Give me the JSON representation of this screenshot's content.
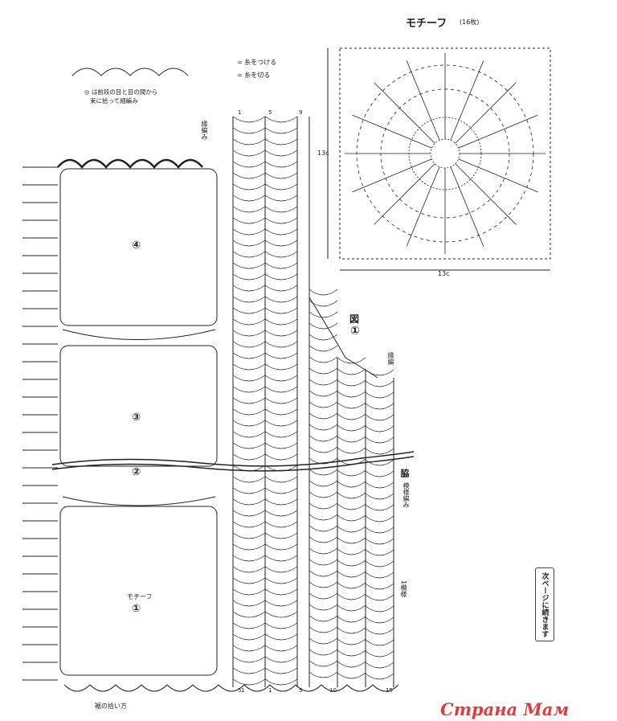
{
  "header": {
    "title": "モチーフ",
    "count": "(16枚)"
  },
  "legend": {
    "attach": "= 糸をつける",
    "cut": "= 糸を切る"
  },
  "note": {
    "line1": "◎ は前段の目と目の間から",
    "line2": "束に拾って細編み"
  },
  "dimensions": {
    "width": "13c",
    "height": "13c"
  },
  "figure": {
    "label": "図",
    "number": "①"
  },
  "motifs": {
    "m4": "④",
    "m3": "③",
    "m2": "②",
    "m1": "①",
    "motif_label": "モチーフ"
  },
  "side_labels": {
    "join": "縁編み",
    "edge": "縁編",
    "side": "脇",
    "pattern": "模様編み",
    "one_pattern": "1模様"
  },
  "bottom": {
    "label": "裾の拾い方"
  },
  "next_page": "次ページに続きます",
  "watermark": "Страна Мам",
  "column_marks": [
    "1",
    "5",
    "9",
    "5",
    "1",
    "1",
    "5",
    "10",
    "15"
  ],
  "colors": {
    "ink": "#222222",
    "watermark": "#e23b3b"
  }
}
